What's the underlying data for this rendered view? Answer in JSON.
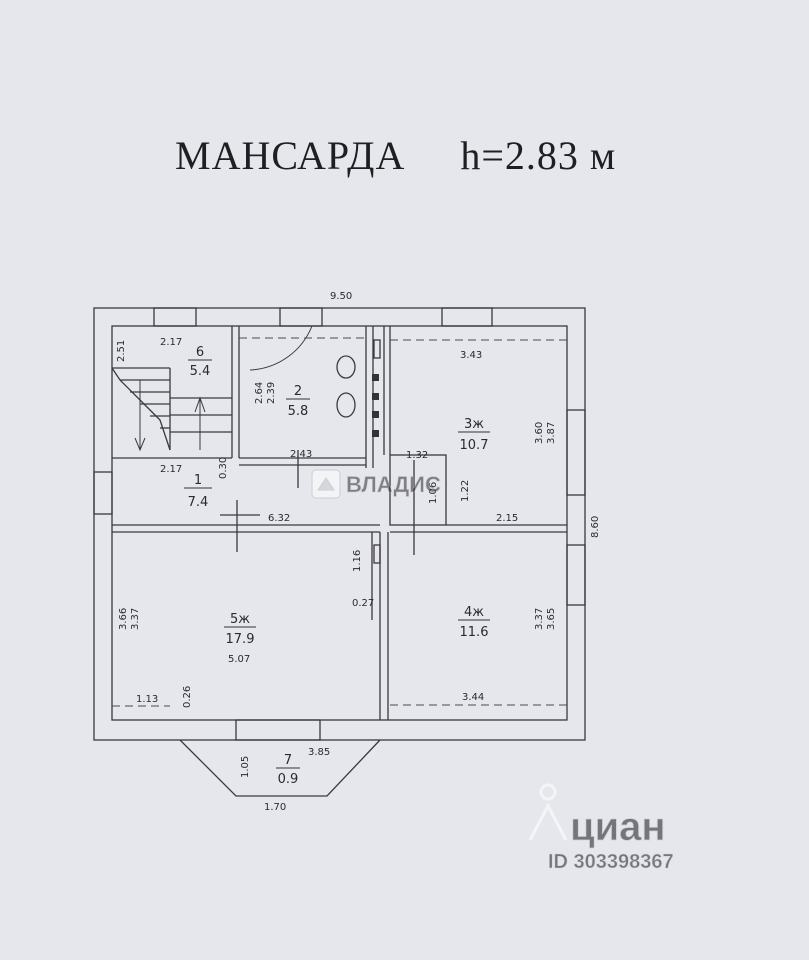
{
  "title": {
    "floor": "МАНСАРДА",
    "height": "h=2.83 м"
  },
  "rooms": {
    "r1": {
      "num": "1",
      "area": "7.4"
    },
    "r2": {
      "num": "2",
      "area": "5.8"
    },
    "r3": {
      "num": "3ж",
      "area": "10.7"
    },
    "r4": {
      "num": "4ж",
      "area": "11.6"
    },
    "r5": {
      "num": "5ж",
      "area": "17.9"
    },
    "r6": {
      "num": "6",
      "area": "5.4"
    },
    "r7": {
      "num": "7",
      "area": "0.9"
    }
  },
  "dims": {
    "overall_width": "9.50",
    "overall_depth": "8.60",
    "r6_width": "2.17",
    "r6_depth": "2.51",
    "r2_depth_a": "2.64",
    "r2_depth_b": "2.39",
    "r2_width": "2.43",
    "r1_width_left": "2.17",
    "wall_030": "0.30",
    "r1_length": "6.32",
    "r1_width_right": "1.32",
    "r1_depth_a": "1.06",
    "r1_depth_b": "1.22",
    "r3_width": "3.43",
    "r3_depth_a": "3.60",
    "r3_depth_b": "3.87",
    "r3_width_b": "2.15",
    "r5_niche_depth": "1.16",
    "r5_niche_wall": "0.27",
    "r5_depth_a": "3.66",
    "r5_depth_b": "3.37",
    "r5_width": "5.07",
    "r5_bottom_left": "1.13",
    "r5_bottom_step": "0.26",
    "r4_depth_a": "3.37",
    "r4_depth_b": "3.65",
    "r4_width": "3.44",
    "r7_depth": "1.05",
    "r7_width_top": "3.85",
    "r7_width_bottom": "1.70"
  },
  "watermarks": {
    "vladis": "ВЛАДИС",
    "cian": "циан",
    "cian_id": "ID 303398367"
  },
  "icons": [
    "house-logo-icon",
    "cian-pin-icon",
    "toilet-icon",
    "sink-icon"
  ]
}
